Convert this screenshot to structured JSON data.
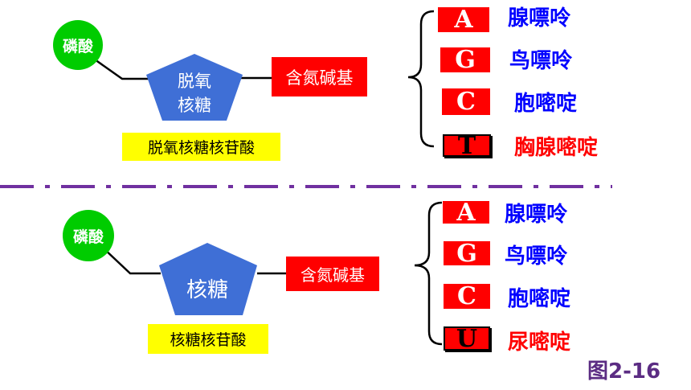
{
  "diagram": {
    "top": {
      "phosphate": "磷酸",
      "sugar": [
        "脱氧",
        "核糖"
      ],
      "base": "含氮碱基",
      "caption": "脱氧核糖核苷酸",
      "bases": [
        {
          "letter": "A",
          "name": "腺嘌呤"
        },
        {
          "letter": "G",
          "name": "鸟嘌呤"
        },
        {
          "letter": "C",
          "name": "胞嘧啶"
        },
        {
          "letter": "T",
          "name": "胸腺嘧啶"
        }
      ]
    },
    "bottom": {
      "phosphate": "磷酸",
      "sugar": "核糖",
      "base": "含氮碱基",
      "caption": "核糖核苷酸",
      "bases": [
        {
          "letter": "A",
          "name": "腺嘌呤"
        },
        {
          "letter": "G",
          "name": "鸟嘌呤"
        },
        {
          "letter": "C",
          "name": "胞嘧啶"
        },
        {
          "letter": "U",
          "name": "尿嘧啶"
        }
      ]
    },
    "figure_label": "图2-16"
  },
  "colors": {
    "phosphate": "#00cc00",
    "sugar": "#3f6fd6",
    "base": "#ff0000",
    "caption_bg": "#ffff00",
    "highlight_name": "#ff0000",
    "base_name": "#0000ff",
    "divider": "#7030a0"
  }
}
